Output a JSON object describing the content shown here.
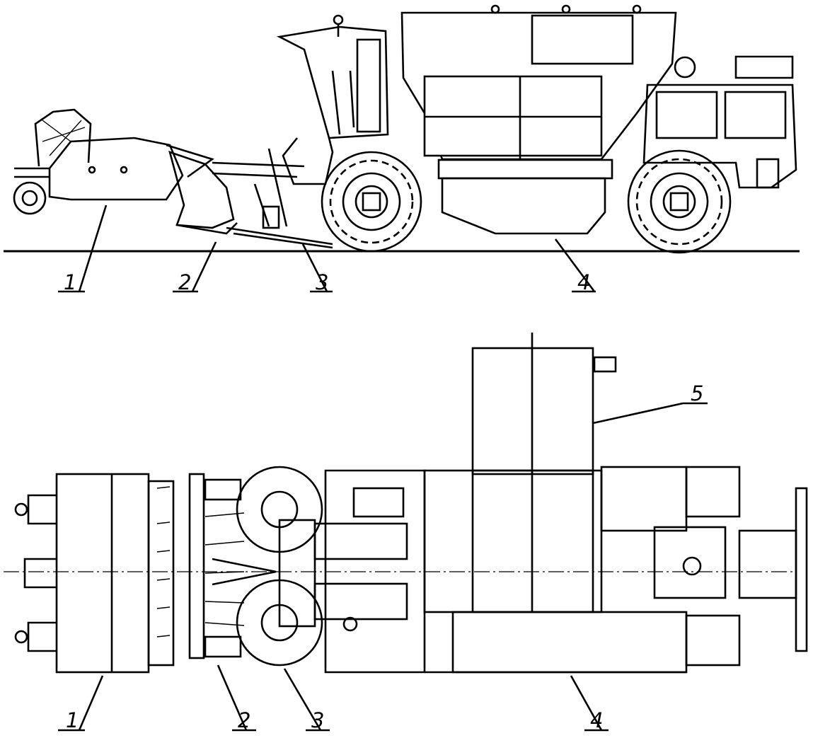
{
  "side_view": {
    "callouts": [
      {
        "id": "1",
        "text": "1"
      },
      {
        "id": "2",
        "text": "2"
      },
      {
        "id": "3",
        "text": "3"
      },
      {
        "id": "4",
        "text": "4"
      }
    ]
  },
  "top_view": {
    "callouts": [
      {
        "id": "1",
        "text": "1"
      },
      {
        "id": "2",
        "text": "2"
      },
      {
        "id": "3",
        "text": "3"
      },
      {
        "id": "4",
        "text": "4"
      },
      {
        "id": "5",
        "text": "5"
      }
    ]
  }
}
